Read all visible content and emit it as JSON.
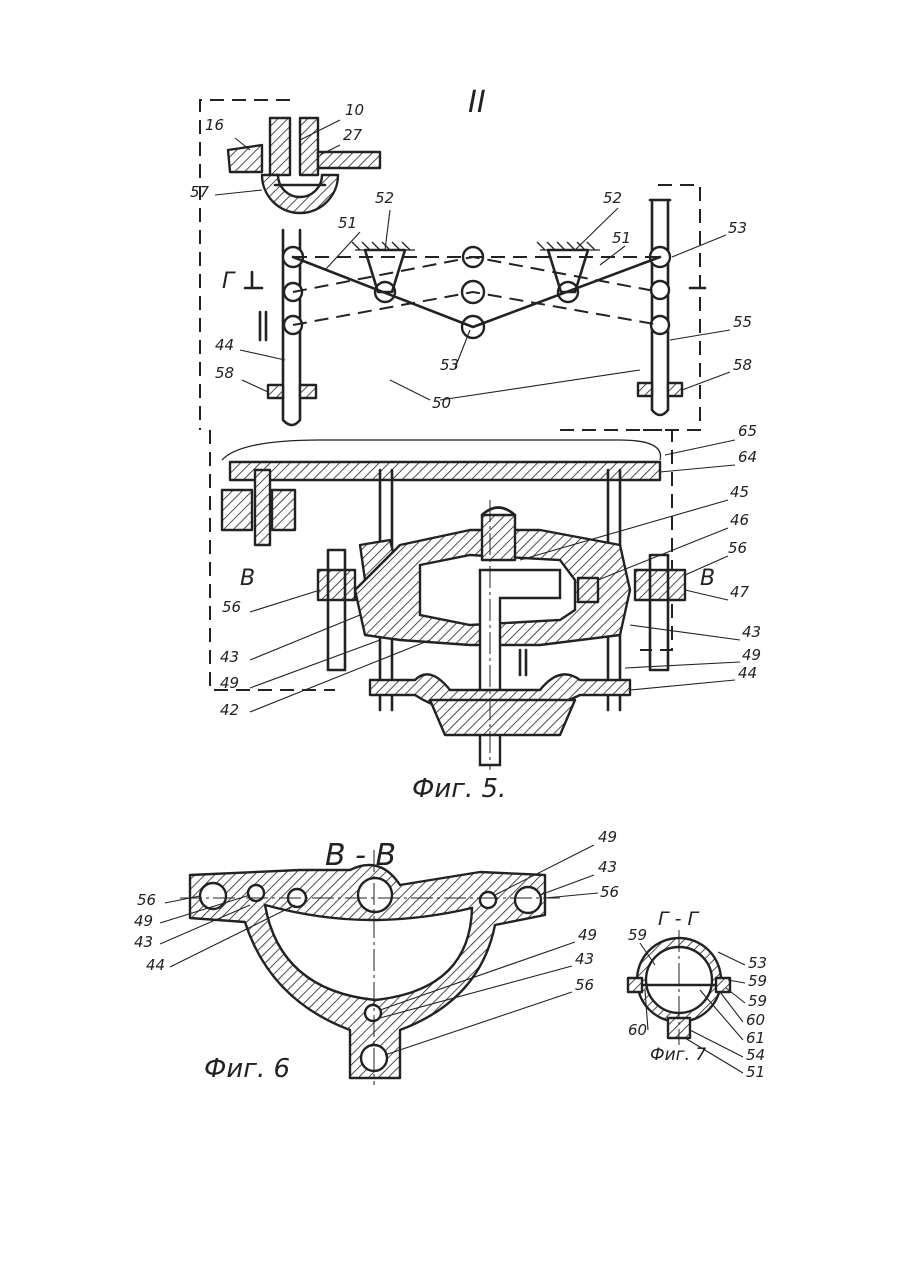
{
  "sheet_mark": "II",
  "fig5": {
    "caption": "Фиг. 5.",
    "section_marks": [
      "Г",
      "В",
      "В"
    ],
    "labels": [
      "16",
      "10",
      "27",
      "57",
      "51",
      "52",
      "52",
      "51",
      "53",
      "55",
      "58",
      "44",
      "58",
      "53",
      "50",
      "65",
      "64",
      "45",
      "46",
      "56",
      "47",
      "43",
      "49",
      "44",
      "56",
      "43",
      "49",
      "42"
    ]
  },
  "fig6": {
    "section_title": "В - В",
    "caption": "Фиг. 6",
    "labels": [
      "49",
      "43",
      "56",
      "56",
      "49",
      "43",
      "44",
      "49",
      "43",
      "56"
    ]
  },
  "fig7": {
    "section_title": "Г - Г",
    "caption": "Фиг. 7",
    "labels": [
      "59",
      "53",
      "59",
      "59",
      "60",
      "61",
      "54",
      "51",
      "60"
    ]
  },
  "colors": {
    "ink": "#222222",
    "paper": "#ffffff"
  }
}
